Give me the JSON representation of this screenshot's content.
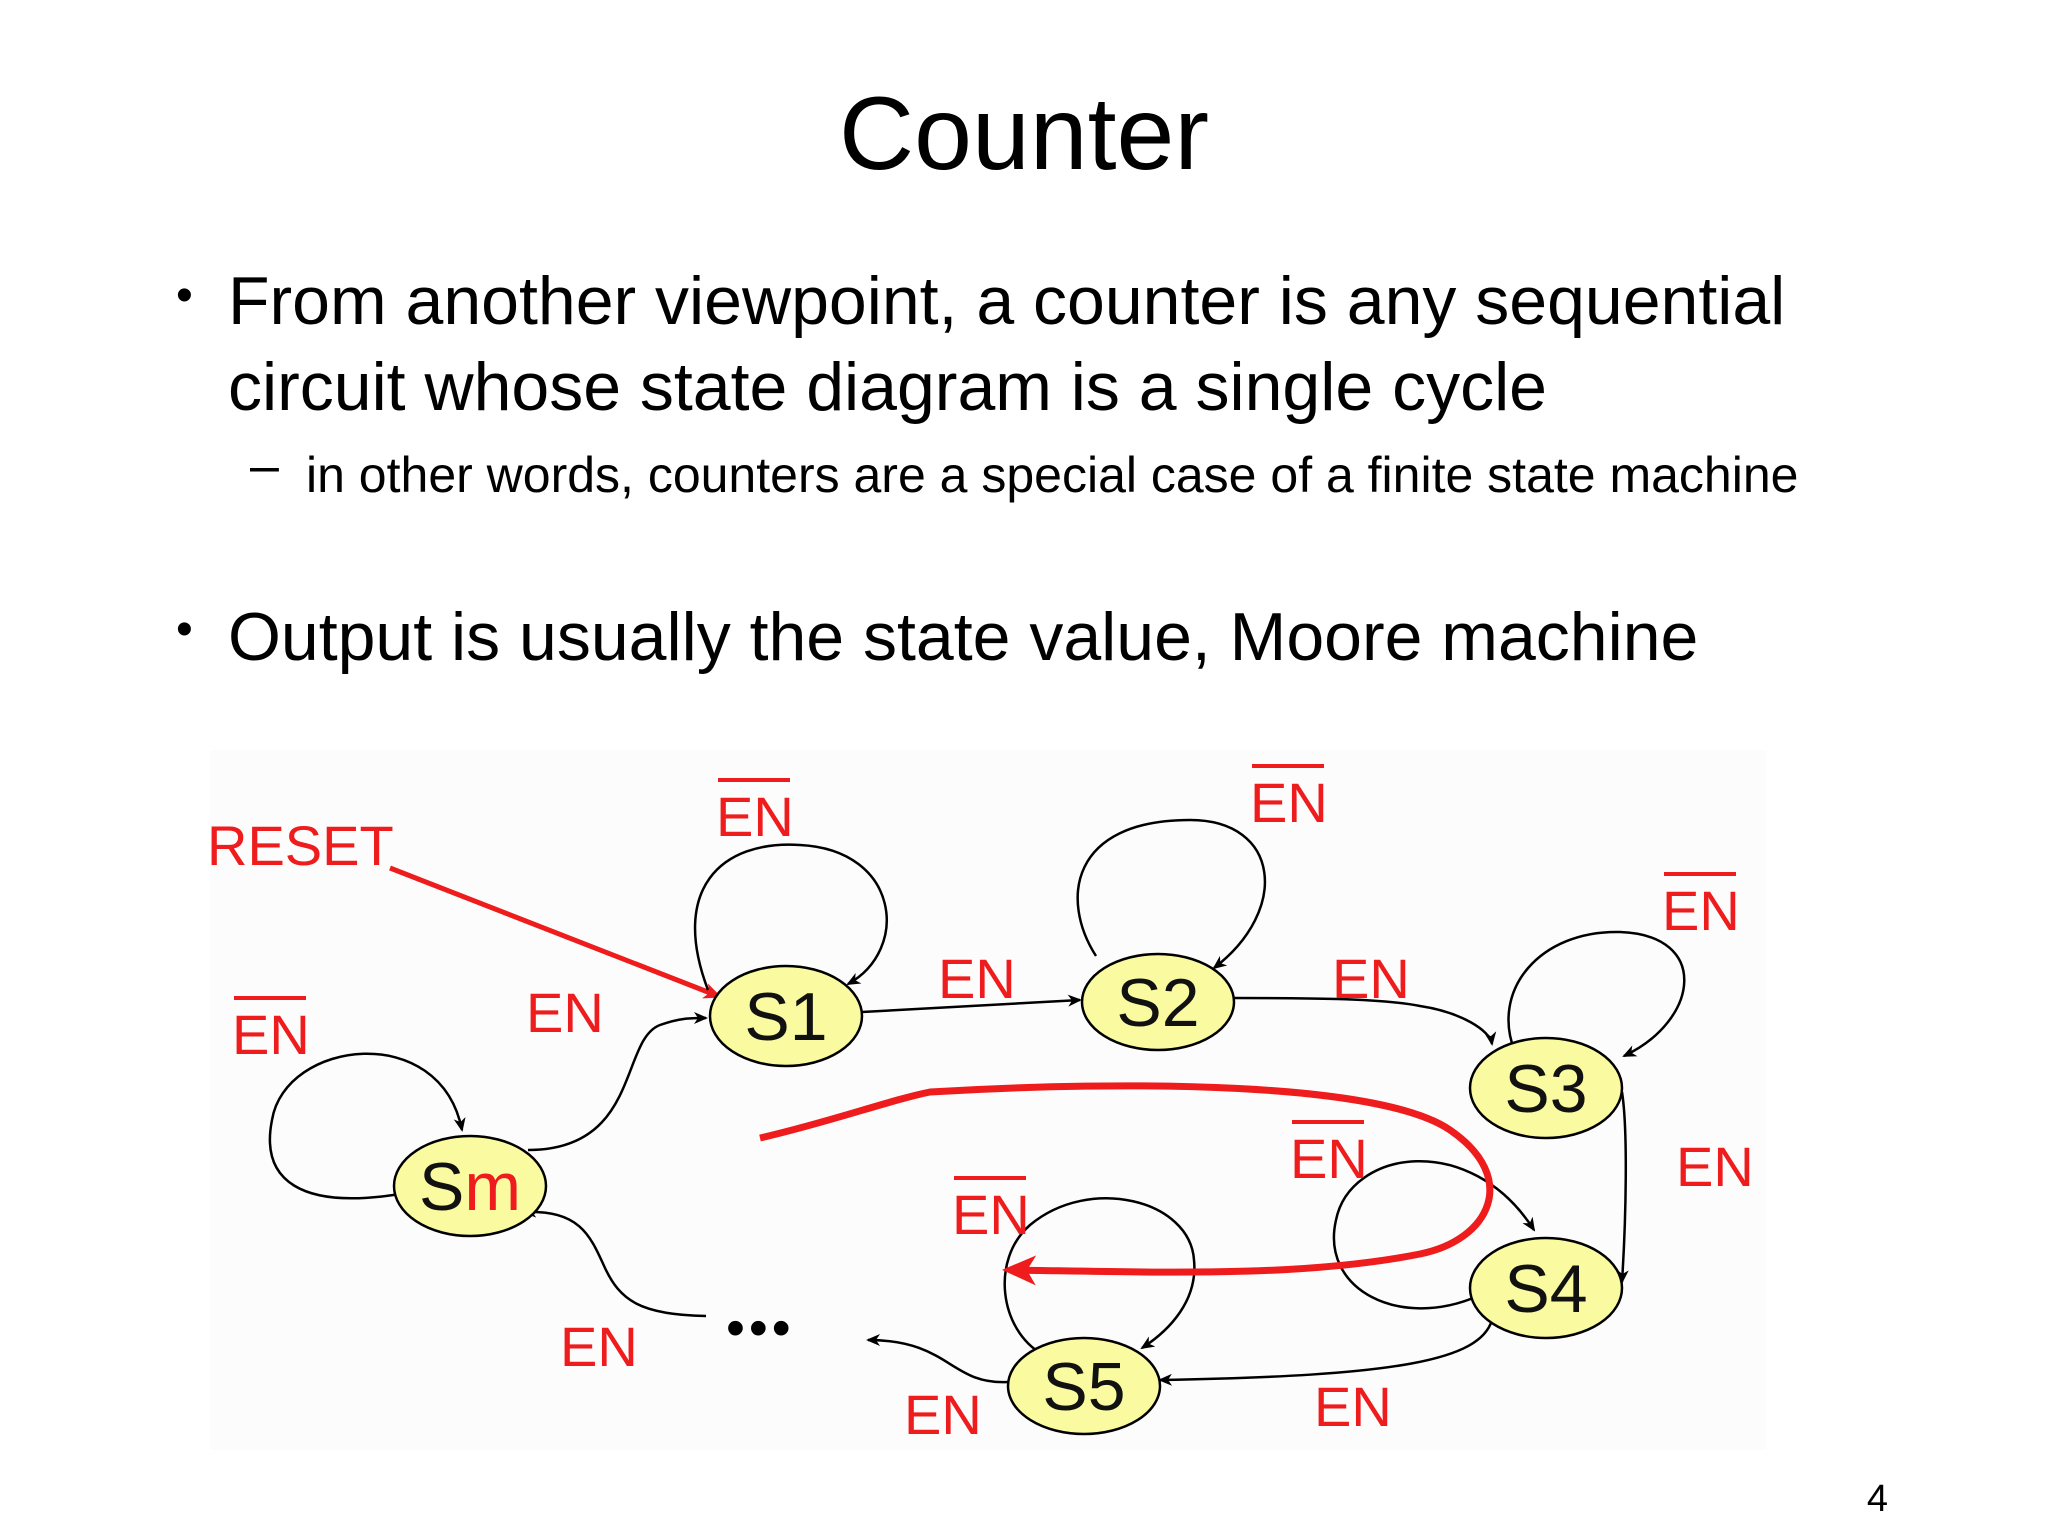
{
  "slide": {
    "title": "Counter",
    "bullets": [
      {
        "text": "From another viewpoint, a counter is any sequential circuit whose state diagram is a single cycle",
        "sub": "in other words, counters are a special case of a finite state machine"
      },
      {
        "text": "Output is usually the state value, Moore machine"
      }
    ],
    "page_number": "4"
  },
  "diagram": {
    "reset_label": "RESET",
    "enable": "EN",
    "enable_bar": "EN",
    "ellipsis": "•••",
    "states": {
      "s1": "S1",
      "s2": "S2",
      "s3": "S3",
      "s4": "S4",
      "s5": "S5",
      "sm_prefix": "S",
      "sm_suffix": "m"
    },
    "colors": {
      "label": "#ee1c1c",
      "state_fill": "#fafaa0",
      "edge": "#000000"
    }
  }
}
